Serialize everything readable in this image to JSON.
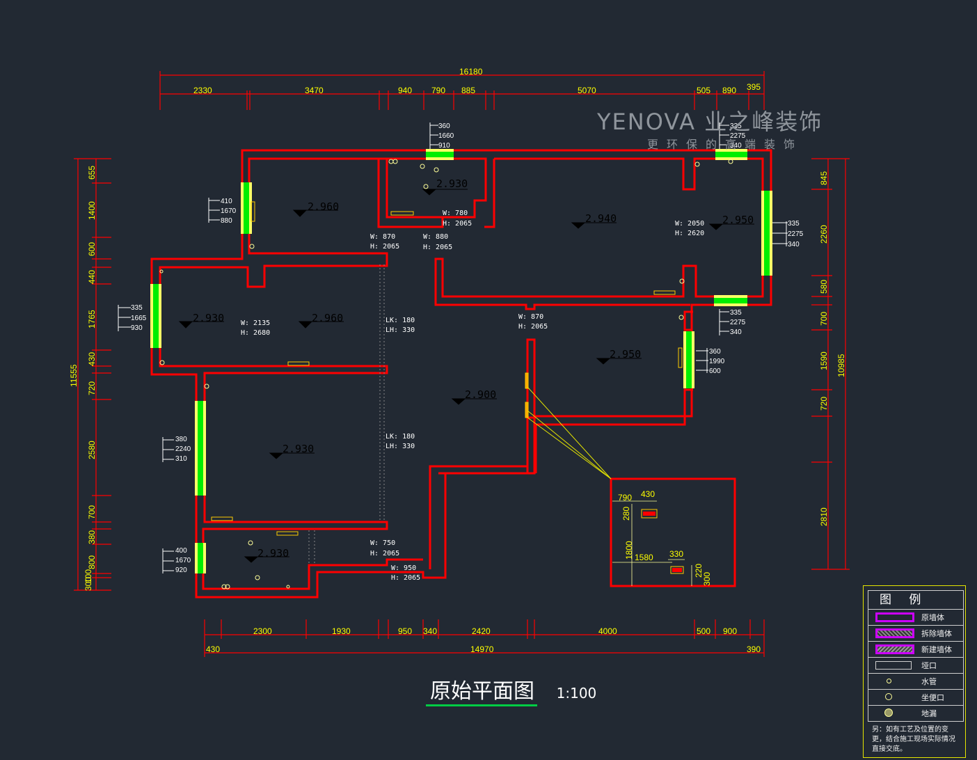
{
  "brand": {
    "logo_text": "YENOVA 业之峰装饰",
    "slogan": "更环保的高端装饰"
  },
  "title": {
    "main": "原始平面图",
    "scale": "1:100"
  },
  "dims": {
    "top_total": "16180",
    "top_segments": [
      "2330",
      "3470",
      "940",
      "790",
      "885",
      "5070",
      "505",
      "890",
      "395"
    ],
    "bottom_segments": [
      "2300",
      "1930",
      "950",
      "340",
      "2420",
      "4000",
      "500",
      "900"
    ],
    "bottom_total": "14970",
    "bottom_left_end": "430",
    "bottom_right_end": "390",
    "left_segments": [
      "655",
      "1400",
      "600",
      "440",
      "1765",
      "430",
      "720",
      "2580",
      "700",
      "380",
      "800",
      "300",
      "100"
    ],
    "left_total": "11555",
    "right_segments": [
      "845",
      "2260",
      "580",
      "700",
      "1590",
      "720",
      "2810"
    ],
    "right_total": "10985"
  },
  "windows": [
    {
      "id": "w-top-mid",
      "lines": [
        "360",
        "1660",
        "910"
      ]
    },
    {
      "id": "w-top-right",
      "lines": [
        "335",
        "2275",
        "340"
      ]
    },
    {
      "id": "w-right-upper",
      "lines": [
        "335",
        "2275",
        "340"
      ]
    },
    {
      "id": "w-right-mid",
      "lines": [
        "335",
        "2275",
        "340"
      ]
    },
    {
      "id": "w-right-low",
      "lines": [
        "360",
        "1990",
        "600"
      ]
    },
    {
      "id": "w-left-1",
      "lines": [
        "410",
        "1670",
        "880"
      ]
    },
    {
      "id": "w-left-2",
      "lines": [
        "335",
        "1665",
        "930"
      ]
    },
    {
      "id": "w-left-3",
      "lines": [
        "380",
        "2240",
        "310"
      ]
    },
    {
      "id": "w-left-4",
      "lines": [
        "400",
        "1670",
        "920"
      ]
    }
  ],
  "elevations": [
    "2.960",
    "2.930",
    "2.940",
    "2.950",
    "2.930",
    "2.960",
    "2.950",
    "2.900",
    "2.930",
    "2.930"
  ],
  "openings": [
    {
      "w": "W: 870",
      "h": "H: 2065"
    },
    {
      "w": "W: 880",
      "h": "H: 2065"
    },
    {
      "w": "W: 780",
      "h": "H: 2065"
    },
    {
      "w": "W: 2050",
      "h": "H: 2620"
    },
    {
      "w": "W: 2135",
      "h": "H: 2680"
    },
    {
      "w": "W: 870",
      "h": "H: 2065"
    },
    {
      "w": "W: 750",
      "h": "H: 2065"
    },
    {
      "w": "W: 950",
      "h": "H: 2065"
    }
  ],
  "beams": [
    {
      "lk": "LK: 180",
      "lh": "LH: 330"
    },
    {
      "lk": "LK: 180",
      "lh": "LH: 330"
    }
  ],
  "detail": {
    "d790": "790",
    "d430": "430",
    "d280": "280",
    "d1800": "1800",
    "d1580": "1580",
    "d330": "330",
    "d220": "220",
    "d300": "300"
  },
  "legend": {
    "title": "图 例",
    "items": [
      "原墙体",
      "拆除墙体",
      "新建墙体",
      "垭口",
      "水管",
      "坐便口",
      "地漏"
    ],
    "note": "另：如有工艺及位置的变更，结合施工现场实际情况直接交底。"
  },
  "colors": {
    "wall": "#ff0000",
    "dim": "#ff0000",
    "dim_text": "#ffff00",
    "window_green": "#00ee00",
    "window_yellow": "#ffff66",
    "legend_purple": "#cc00ff",
    "background": "#222933"
  }
}
